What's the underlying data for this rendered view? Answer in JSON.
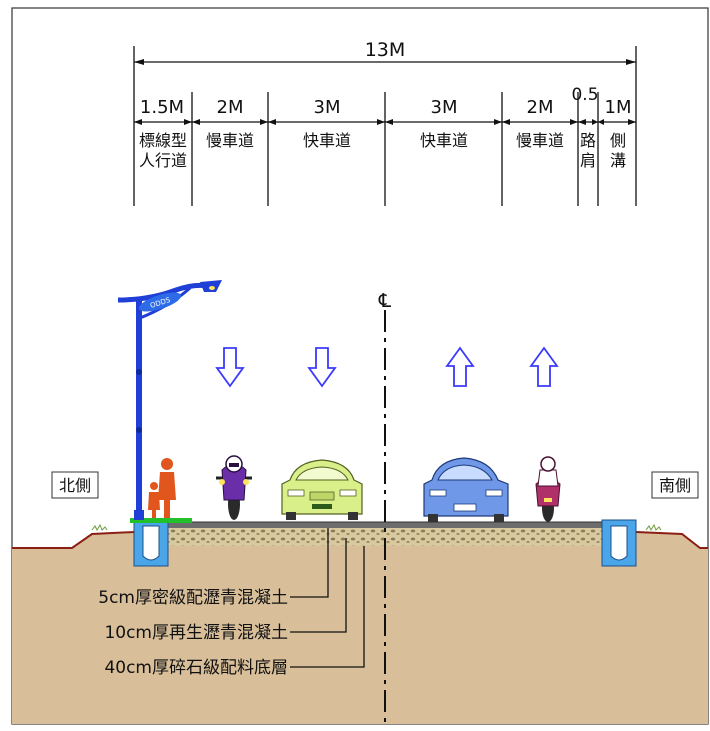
{
  "total_width": "13M",
  "segments": [
    {
      "width": "1.5M",
      "name_lines": [
        "標線型",
        "人行道"
      ]
    },
    {
      "width": "2M",
      "name_lines": [
        "慢車道"
      ]
    },
    {
      "width": "3M",
      "name_lines": [
        "快車道"
      ]
    },
    {
      "width": "3M",
      "name_lines": [
        "快車道"
      ]
    },
    {
      "width": "2M",
      "name_lines": [
        "慢車道"
      ]
    },
    {
      "width": "0.5",
      "name_lines": [
        "路",
        "肩"
      ]
    },
    {
      "width": "1M",
      "name_lines": [
        "側",
        "溝"
      ]
    }
  ],
  "centerline_symbol": "℄",
  "sides": {
    "north": "北側",
    "south": "南側"
  },
  "layers": [
    "5cm厚密級配瀝青混凝土",
    "10cm厚再生瀝青混凝土",
    "40cm厚碎石級配料底層"
  ],
  "lamp_text": "ODDS",
  "colors": {
    "ground": "#d8bf9a",
    "ground_edge": "#8b1f14",
    "base": "#d9c9a0",
    "asphalt": "#6d6d6d",
    "green_strip": "#22c02a",
    "ditch": "#4aa6e8",
    "arrow": "#3a3aff",
    "lamp": "#1f3fd6",
    "car_north": "#d9f08a",
    "car_south": "#6f98e8",
    "person": "#e0561c",
    "rider_north": "#6a2fa8",
    "rider_south": "#b0306a"
  },
  "icons": {
    "down_arrow": "arrow-down-icon",
    "up_arrow": "arrow-up-icon",
    "lamp": "street-lamp-icon",
    "car": "car-icon",
    "scooter": "scooter-icon",
    "pedestrian": "pedestrian-icon"
  }
}
